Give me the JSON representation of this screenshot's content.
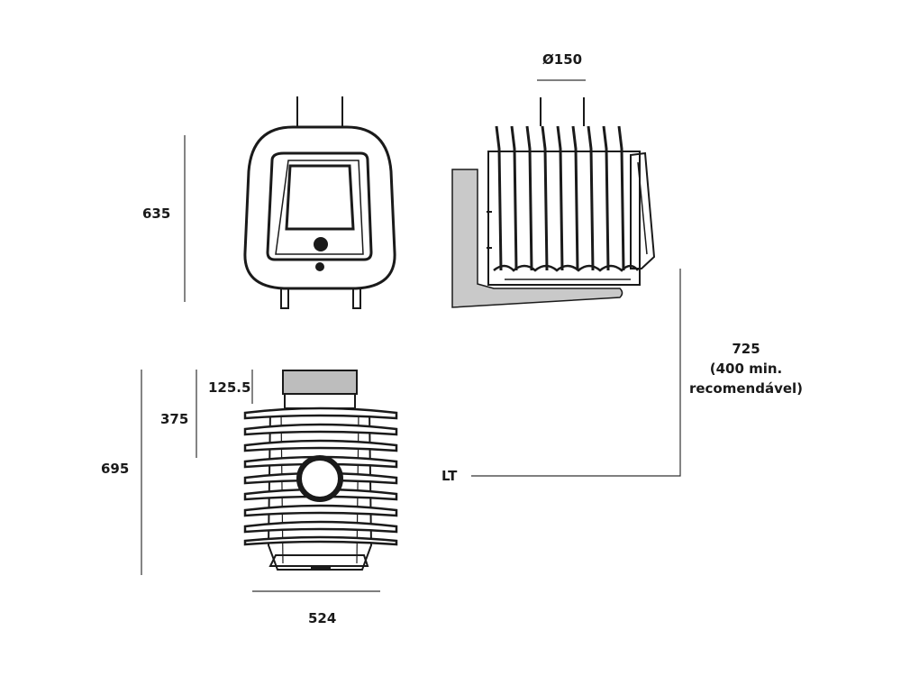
{
  "labels": {
    "flue_diameter": "Ø150",
    "front_height": "635",
    "top_collar": "125.5",
    "top_outlet_height": "375",
    "top_total_height": "695",
    "top_width": "524",
    "clearance_value": "725",
    "clearance_min": "(400 min.",
    "clearance_note": "recomendável)",
    "wall_marker": "LT"
  },
  "colors": {
    "stroke": "#1a1a1a",
    "wall_fill": "#c9c9c9",
    "outlet_fill": "#bdbdbd",
    "dimension_line": "#333333"
  }
}
